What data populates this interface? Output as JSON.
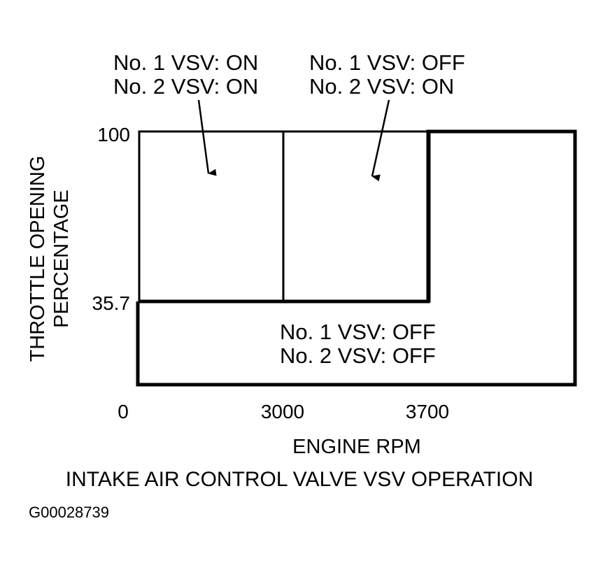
{
  "zones": {
    "top_left": {
      "line1": "No. 1 VSV: ON",
      "line2": "No. 2 VSV: ON"
    },
    "top_middle": {
      "line1": "No. 1 VSV: OFF",
      "line2": "No. 2 VSV: ON"
    },
    "bottom": {
      "line1": "No. 1 VSV: OFF",
      "line2": "No. 2 VSV: OFF"
    }
  },
  "y_axis": {
    "label_line1": "THROTTLE OPENING",
    "label_line2": "PERCENTAGE",
    "ticks": [
      "100",
      "35.7"
    ]
  },
  "x_axis": {
    "label": "ENGINE RPM",
    "ticks": [
      "0",
      "3000",
      "3700"
    ]
  },
  "title": "INTAKE AIR CONTROL VALVE VSV OPERATION",
  "figure_code": "G00028739"
}
